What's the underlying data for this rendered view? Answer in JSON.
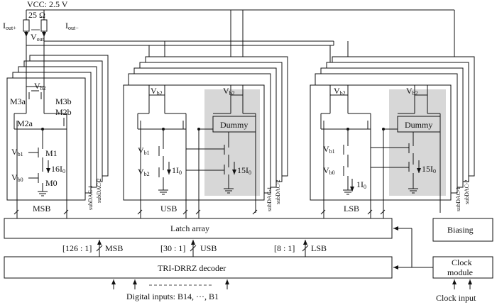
{
  "supply": {
    "vcc": "VCC: 2.5 V",
    "resistor": "25 Ω",
    "iout_pos": "I",
    "iout_pos_sub": "out+",
    "iout_neg": "I",
    "iout_neg_sub": "out−",
    "vout": "V",
    "vout_sub": "out"
  },
  "msb": {
    "label": "MSB",
    "transistors": [
      "M3a",
      "M3b",
      "M2a",
      "M2b",
      "M1",
      "M0"
    ],
    "vb2": "V",
    "vb2_sub": "b2",
    "vb1": "V",
    "vb1_sub": "b1",
    "vb0": "V",
    "vb0_sub": "b0",
    "current": "16I",
    "current_sub": "0",
    "subdac1": "subDAC-1",
    "subdac2": "subDAC-2"
  },
  "usb": {
    "label": "USB",
    "vb2": "V",
    "vb2_sub": "b2",
    "vb1": "V",
    "vb1_sub": "b1",
    "vb2b": "V",
    "vb2b_sub": "b2",
    "vb2c": "V",
    "vb2c_sub": "b2",
    "current_small": "1I",
    "current_small_sub": "0",
    "current_big": "15I",
    "current_big_sub": "0",
    "dummy": "Dummy",
    "subdac1": "subDAC-1",
    "subdac2": "subDAC-2"
  },
  "lsb": {
    "label": "LSB",
    "vb2": "V",
    "vb2_sub": "b2",
    "vb1": "V",
    "vb1_sub": "b1",
    "vb0": "V",
    "vb0_sub": "b0",
    "vb2c": "V",
    "vb2c_sub": "b2",
    "current_small": "1I",
    "current_small_sub": "0",
    "current_big": "15I",
    "current_big_sub": "0",
    "dummy": "Dummy",
    "subdac1": "subDAC-1",
    "subdac2": "subDAC-2"
  },
  "blocks": {
    "latch": "Latch array",
    "decoder": "TRI-DRRZ decoder",
    "biasing": "Biasing",
    "clock_line1": "Clock",
    "clock_line2": "module"
  },
  "buses": {
    "msb": "[126 : 1]",
    "msb_label": "MSB",
    "usb": "[30 : 1]",
    "usb_label": "USB",
    "lsb": "[8 : 1]",
    "lsb_label": "LSB"
  },
  "inputs": {
    "digital": "Digital inputs: B14, ···, B1",
    "clock": "Clock input"
  }
}
